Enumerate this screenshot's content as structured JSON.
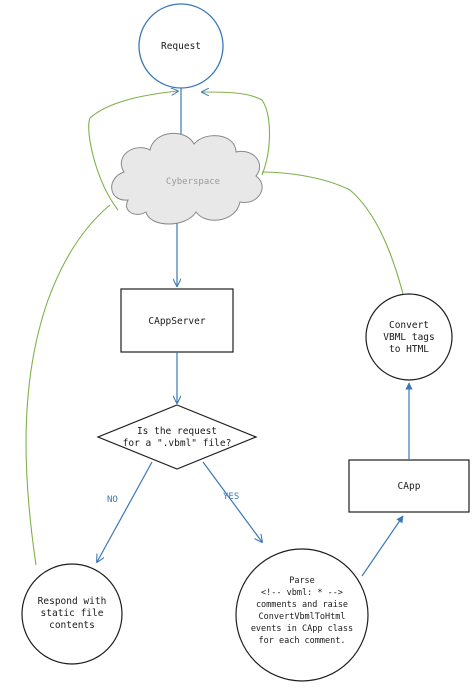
{
  "nodes": {
    "request": {
      "label": "Request"
    },
    "cyberspace": {
      "label": "Cyberspace"
    },
    "cappserver": {
      "label": "CAppServer"
    },
    "decision": {
      "line1": "Is the request",
      "line2": "for a \".vbml\" file?"
    },
    "convert": {
      "line1": "Convert",
      "line2": "VBML tags",
      "line3": "to HTML"
    },
    "capp": {
      "label": "CApp"
    },
    "respond": {
      "line1": "Respond with",
      "line2": "static file",
      "line3": "contents"
    },
    "parse": {
      "line1": "Parse",
      "line2": "<!-- vbml: * -->",
      "line3": "comments and raise",
      "line4": "ConvertVbmlToHtml",
      "line5": "events in CApp class",
      "line6": "for each comment."
    }
  },
  "edges": {
    "no_label": "NO",
    "yes_label": "YES"
  },
  "colors": {
    "blue": "#3a78b8",
    "green": "#7fb24a",
    "stroke": "#1e1e1e",
    "cloud_fill": "#e8e8e8"
  }
}
